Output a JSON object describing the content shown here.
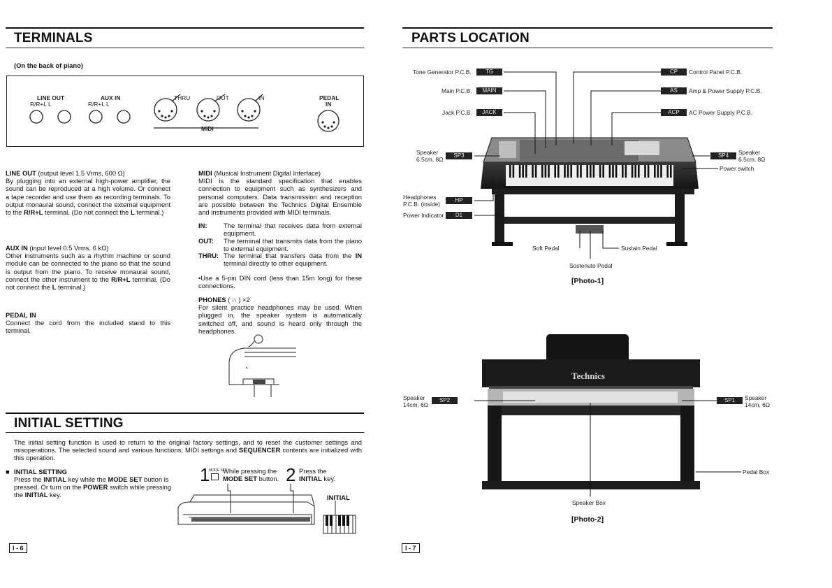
{
  "left": {
    "title": "TERMINALS",
    "subtitle": "(On the back of piano)",
    "panel": {
      "line_out": "LINE OUT",
      "line_out_sub": "R/R+L   L",
      "aux_in": "AUX IN",
      "aux_in_sub": "R/R+L   L",
      "thru": "THRU",
      "out": "OUT",
      "in": "IN",
      "midi": "MIDI",
      "pedal": "PEDAL",
      "pedal_in": "IN"
    },
    "col1": {
      "line_out_head": "LINE OUT",
      "line_out_spec": " (output level 1.5 Vrms, 600 Ω)",
      "line_out_body_1": "By plugging into an external high-power amplifier, the sound can be reproduced at a high volume. Or connect a tape recorder and use them as recording terminals. To output monaural sound, connect the external equipment to the ",
      "line_out_body_rl": "R/R+L",
      "line_out_body_2": " terminal. (Do not connect the ",
      "line_out_body_l": "L",
      "line_out_body_3": " terminal.)",
      "aux_head": "AUX IN",
      "aux_spec": " (input level 0.5 Vrms, 6 kΩ)",
      "aux_body_1": "Other instruments such as a rhythm machine or sound module can be connected to the piano so that the sound is output from the piano. To receive monaural sound, connect the other instrument to the ",
      "aux_body_rl": "R/R+L",
      "aux_body_2": " terminal. (Do not connect the ",
      "aux_body_l": "L",
      "aux_body_3": " terminal.)",
      "pedal_head": "PEDAL IN",
      "pedal_body": "Connect the cord from the included stand to this terminal."
    },
    "col2": {
      "midi_head": "MIDI",
      "midi_spec": " (Musical Instrument Digital Interface)",
      "midi_body": "MIDI is the standard specification that enables connection to equipment such as synthesizers and personal computers. Data transmission and reception are possible between the Technics Digital Ensemble and instruments provided with MIDI terminals.",
      "in_term": "IN:",
      "in_desc": "The terminal that receives data from external equipment.",
      "out_term": "OUT:",
      "out_desc": "The terminal that transmits data from the piano to external equipment.",
      "thru_term": "THRU:",
      "thru_desc_1": "The terminal that transfers data from the ",
      "thru_desc_in": "IN",
      "thru_desc_2": " terminal directly to other equipment.",
      "din_note": "•Use a 5-pin DIN cord (less than 15m long) for these connections.",
      "phones_head": "PHONES",
      "phones_sym": " ( ∩ ) ×2",
      "phones_body": "For silent practice headphones may be used. When plugged in, the speaker system is automatically switched off, and sound is heard only through the headphones."
    },
    "initial": {
      "title": "INITIAL SETTING",
      "intro_1": "The initial setting function is used to return to the original factory settings, and to reset the customer settings and misoperations. The selected sound and various functions, MIDI settings and ",
      "intro_seq": "SEQUENCER",
      "intro_2": " contents are initialized with this operation.",
      "bullet_head": "INITIAL SETTING",
      "body_1": "Press the ",
      "body_initial": "INITIAL",
      "body_2": " key while the ",
      "body_mode": "MODE SET",
      "body_3": " button is pressed. Or turn on the ",
      "body_power": "POWER",
      "body_4": " switch while pressing the ",
      "body_initial2": "INITIAL",
      "body_5": " key.",
      "step1_num": "1",
      "step1_text": "While pressing the",
      "step1_bold": "MODE SET",
      "step1_tail": " button.",
      "step2_num": "2",
      "step2_text": "Press the",
      "step2_bold": "INITIAL",
      "step2_tail": " key.",
      "initial_label": "INITIAL",
      "mode_set_small": "MODE SET"
    },
    "page_no": "I - 6"
  },
  "right": {
    "title": "PARTS LOCATION",
    "photo1": {
      "tg": "Tone Generator P.C.B.",
      "tg_tag": "TG",
      "main": "Main P.C.B.",
      "main_tag": "MAIN",
      "jack": "Jack P.C.B.",
      "jack_tag": "JACK",
      "cp_tag": "CP",
      "cp": "Control Panel P.C.B.",
      "as_tag": "AS",
      "as": "Amp & Power Supply P.C.B.",
      "acp_tag": "ACP",
      "acp": "AC Power Supply P.C.B.",
      "spk_left": "Speaker",
      "spk_left_spec": "6.5cm, 8Ω",
      "sp3_tag": "SP3",
      "sp4_tag": "SP4",
      "spk_right": "Speaker",
      "spk_right_spec": "6.5cm, 8Ω",
      "power_switch": "Power switch",
      "headphones": "Headphones",
      "headphones_sub": "P.C.B. (inside)",
      "hp_tag": "HP",
      "power_ind": "Power Indicator",
      "d1_tag": "D1",
      "soft_pedal": "Soft Pedal",
      "sustain_pedal": "Sustain Pedal",
      "sostenuto_pedal": "Sostenuto Pedal",
      "caption": "[Photo-1]"
    },
    "photo2": {
      "brand": "Technics",
      "spk_left": "Speaker",
      "spk_left_spec": "14cm, 6Ω",
      "sp2_tag": "SP2",
      "sp1_tag": "SP1",
      "spk_right": "Speaker",
      "spk_right_spec": "14cm, 6Ω",
      "pedal_box": "Pedal Box",
      "speaker_box": "Speaker Box",
      "caption": "[Photo-2]"
    },
    "page_no": "I - 7"
  }
}
